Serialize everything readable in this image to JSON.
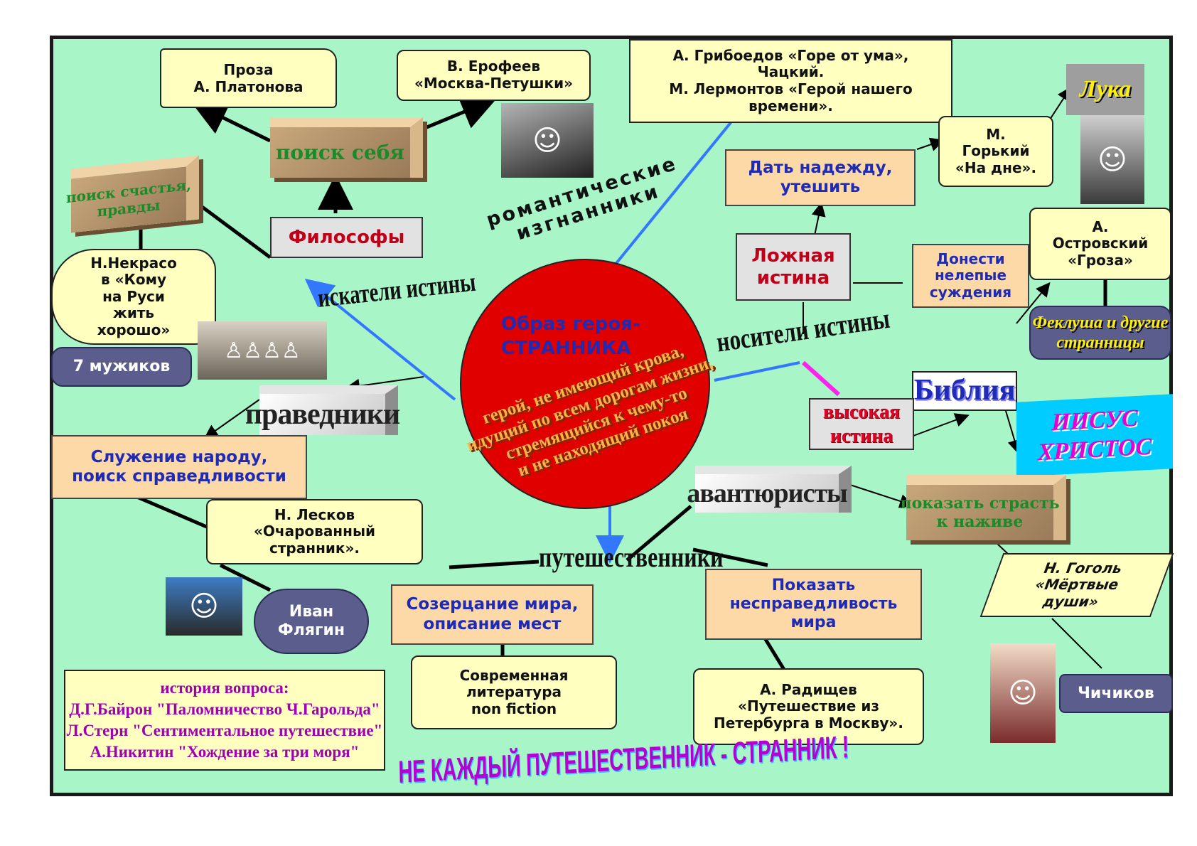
{
  "center": {
    "title": "Образ героя-\nСТРАННИКА",
    "definition": "герой, не имеющий крова,\nидущий по всем дорогам жизни,\nстремящийся к чему-то\nи не находящий покоя"
  },
  "categories": {
    "romantic": "романтические изгнанники",
    "seekers": "искатели истины",
    "bearers": "носители истины",
    "righteous": "праведники",
    "adventurers": "авантюристы",
    "travelers": "путешественники"
  },
  "nodes": {
    "platonov": "Проза\nА. Платонова",
    "erofeev": "В. Ерофеев\n«Москва-Петушки»",
    "griboedov": "А. Грибоедов «Горе от ума»,\nЧацкий.\nМ. Лермонтов «Герой нашего\nвремени».",
    "self_search": "поиск себя",
    "happiness_search": "поиск счастья,\nправды",
    "philosophers": "Философы",
    "nekrasov": "Н.Некрасо\nв «Кому\nна Руси\nжить\nхорошо»",
    "seven_peasants": "7 мужиков",
    "give_hope": "Дать надежду,\nутешить",
    "false_truth": "Ложная\nистина",
    "gorky": "М.\nГорький\n«На дне».",
    "luka": "Лука",
    "ostrovsky": "А.\nОстровский\n«Гроза»",
    "convey": "Донести\nнелепые\nсуждения",
    "feklusha": "Феклуша и другие\nстранницы",
    "bible": "Библия",
    "high_truth": "высокая\nистина",
    "jesus": "ИИСУС\nХРИСТОС",
    "serve_people": "Служение народу,\nпоиск справедливости",
    "leskov": "Н. Лесков\n«Очарованный\nстранник».",
    "ivan": "Иван\nФлягин",
    "passion": "показать страсть\nк наживе",
    "gogol": "Н. Гоголь\n«Мёртвые\nдуши»",
    "chichikov": "Чичиков",
    "contemplation": "Созерцание мира,\nописание мест",
    "modern_lit": "Современная\nлитература\nnon fiction",
    "injustice": "Показать\nнесправедливость\nмира",
    "radishchev": "А. Радищев\n«Путешествие из\nПетербурга в Москву».",
    "history": "история вопроса:\nД.Г.Байрон \"Паломничество Ч.Гарольда\"\nЛ.Стерн \"Сентиментальное путешествие\"\nА.Никитин \"Хождение за три моря\""
  },
  "slogan": "НЕ КАЖДЫЙ ПУТЕШЕСТВЕННИК - СТРАННИК !",
  "icons": {
    "erofeev_photo": "portrait-photo-icon",
    "luka_photo": "portrait-photo-icon",
    "peasants_photo": "group-photo-icon",
    "flyagin_photo": "portrait-photo-icon",
    "chichikov_photo": "portrait-photo-icon"
  },
  "colors": {
    "background": "#a8f5c8",
    "center_circle": "#e00000",
    "arrow_blue": "#3377ff",
    "arrow_magenta": "#ff22ee",
    "title_blue": "#1f2bb5",
    "slogan": "#b400d0"
  }
}
